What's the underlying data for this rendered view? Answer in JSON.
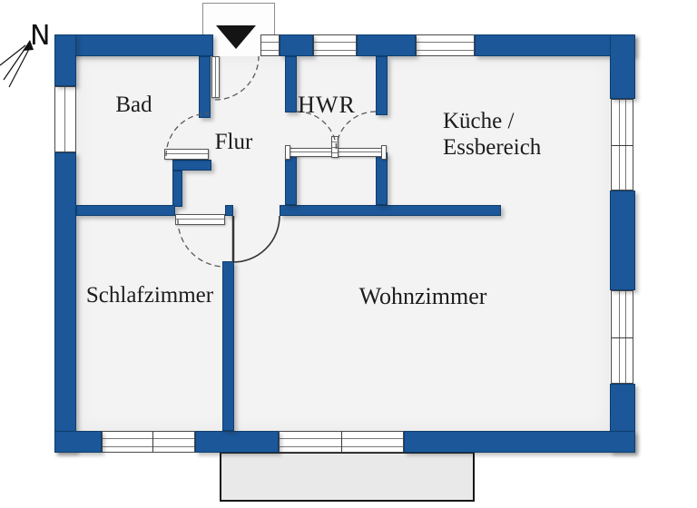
{
  "compass": {
    "label": "N"
  },
  "rooms": {
    "bad": {
      "label": "Bad"
    },
    "flur": {
      "label": "Flur"
    },
    "hwr": {
      "label": "HWR"
    },
    "kueche": {
      "label_line1": "Küche /",
      "label_line2": "Essbereich"
    },
    "schlafzimmer": {
      "label": "Schlafzimmer"
    },
    "wohnzimmer": {
      "label": "Wohnzimmer"
    }
  },
  "colors": {
    "wall_blue": "#1b5799",
    "room_fill": "#f3f3f4",
    "terrace_fill": "#e9e9e9",
    "text": "#1c1c1c"
  }
}
